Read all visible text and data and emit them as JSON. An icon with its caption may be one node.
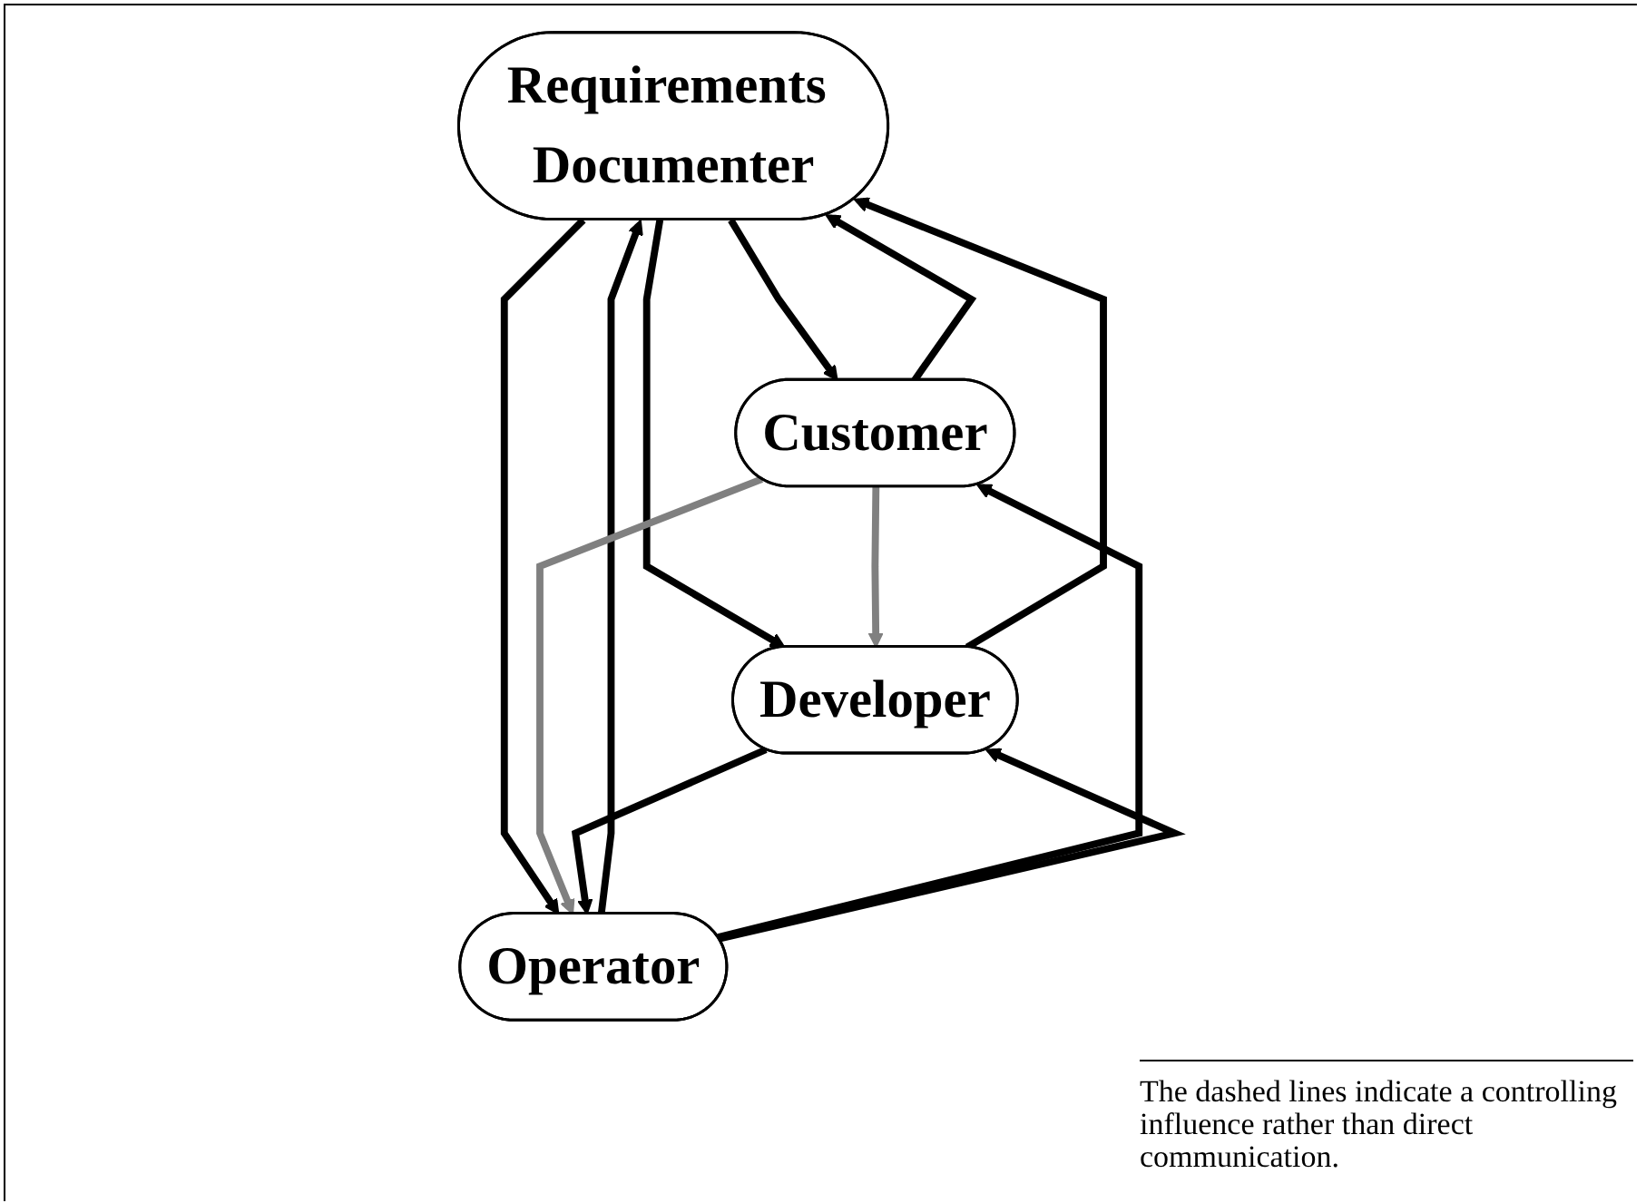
{
  "diagram": {
    "nodes": [
      {
        "text": [
          "Requirements Documenter"
        ]
      },
      {
        "text": [
          "Customer"
        ]
      },
      {
        "text": [
          "Developer"
        ]
      },
      {
        "text": [
          "Operator"
        ]
      }
    ],
    "edges": [
      {
        "from": 1,
        "to": 0,
        "arrow": "to"
      },
      {
        "from": 0,
        "to": 1,
        "arrow": "to"
      },
      {
        "from": 0,
        "to": 2,
        "arrow": "to"
      },
      {
        "from": 2,
        "to": 0,
        "arrow": "to"
      },
      {
        "from": 3,
        "to": 0,
        "arrow": "to"
      },
      {
        "from": 0,
        "to": 3,
        "arrow": "to"
      },
      {
        "from": 1,
        "to": 2,
        "arrow": "to",
        "color": "#808080"
      },
      {
        "from": 1,
        "to": 3,
        "arrow": "to",
        "color": "#808080"
      },
      {
        "from": 3,
        "to": 1,
        "arrow": "to"
      },
      {
        "from": 2,
        "to": 3,
        "arrow": "to"
      },
      {
        "from": 3,
        "to": 2,
        "arrow": "to"
      }
    ],
    "labels": [
      "The dashed lines indicate a controlling influence rather than direct communication."
    ]
  }
}
